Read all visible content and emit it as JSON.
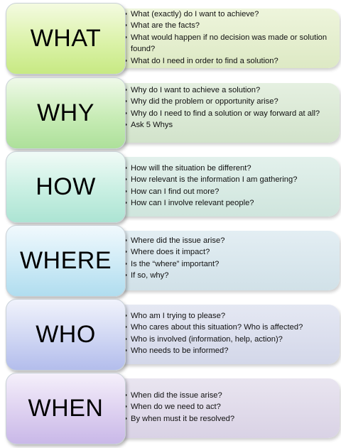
{
  "rows": [
    {
      "label": "WHAT",
      "items": [
        "What (exactly) do I want to achieve?",
        " What are the facts?",
        "What would happen if no decision was made or solution found?",
        "What do I need in order to find a solution?"
      ]
    },
    {
      "label": "WHY",
      "items": [
        "Why do I want to achieve a solution?",
        "Why did the problem or opportunity arise?",
        " Why do I need to find a solution or way forward at all?",
        "Ask 5 Whys"
      ]
    },
    {
      "label": "HOW",
      "items": [
        "How will the situation be different?",
        "How relevant is the information I am gathering?",
        "How can I find out more?",
        "How can I involve relevant people?"
      ]
    },
    {
      "label": "WHERE",
      "items": [
        "Where did the issue arise?",
        "Where does it impact?",
        "Is the “where” important?",
        "If so, why?"
      ]
    },
    {
      "label": "WHO",
      "items": [
        "Who am I trying to please?",
        "Who cares about this situation? Who is affected?",
        "Who is involved (information, help, action)?",
        "Who needs to be informed?"
      ]
    },
    {
      "label": "WHEN",
      "items": [
        "When did the issue arise?",
        "When do we need to act?",
        "By when must it be resolved?"
      ]
    }
  ]
}
